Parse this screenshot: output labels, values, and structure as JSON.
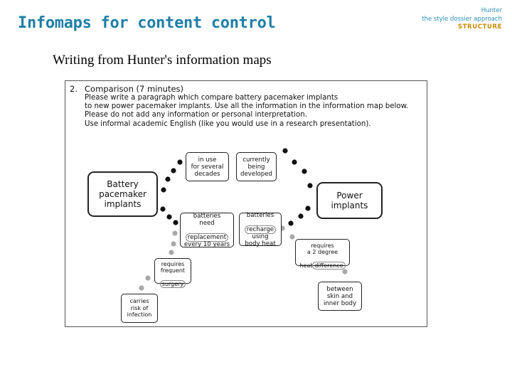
{
  "slide": {
    "title": "Infomaps for content control",
    "brand": {
      "line1": "Hunter",
      "line2": "the style dossier approach",
      "line3": "STRUCTURE"
    },
    "subtitle": "Writing from Hunter's information maps"
  },
  "task": {
    "number": "2.",
    "heading": "Comparison (7 minutes)",
    "lines": [
      "Please write a paragraph which compare battery pacemaker implants",
      "to new power pacemaker implants. Use all the information in the information map below.",
      "Please do not add any information or personal interpretation.",
      "Use informal academic English (like you would use in a research presentation)."
    ]
  },
  "map": {
    "battery": "Battery\npacemaker\nimplants",
    "power": "Power\nimplants",
    "in_use": "in use\nfor several\ndecades",
    "currently": "currently\nbeing\ndeveloped",
    "batteries_need": {
      "pre": "batteries\nneed",
      "highlight": "replacement",
      "post": "every 10 years"
    },
    "recharge": {
      "pre": "batteries",
      "highlight": "recharge",
      "post": "using\nbody heat"
    },
    "surgery": {
      "pre": "requires\nfrequent",
      "highlight": "surgery"
    },
    "degree": {
      "pre": "requires\na 2 degree",
      "prefix": "heat",
      "highlight": "difference"
    },
    "risk": "carries\nrisk of\ninfection",
    "skin": "between\nskin and\ninner body"
  },
  "colors": {
    "title": "#1f7fa6",
    "brand": "#2a8fb5",
    "structure": "#c58a00",
    "dot_dark": "#111111",
    "dot_light": "#a8a8a8"
  }
}
